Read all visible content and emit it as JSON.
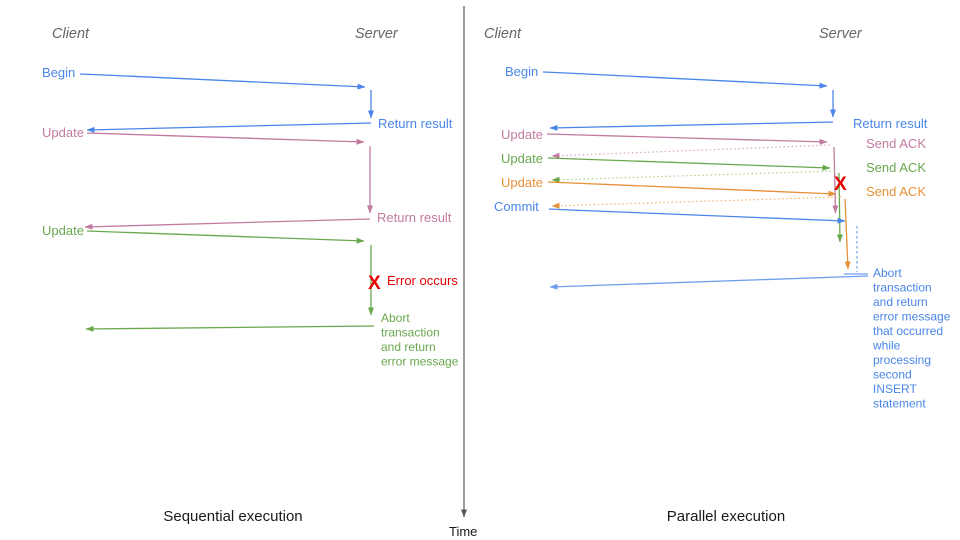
{
  "colors": {
    "blue": "#4a86e8",
    "light_blue": "#6d9eeb",
    "pink": "#c27ba0",
    "light_pink": "#d5a6bd",
    "green": "#6aa84f",
    "light_green": "#a9d18e",
    "orange": "#e69138",
    "light_orange": "#f6b26b",
    "red": "#e60000",
    "gray": "#666666",
    "axis_gray": "#595959",
    "black": "#1a1a1a"
  },
  "axis": {
    "label": "Time"
  },
  "left": {
    "caption": "Sequential execution",
    "client_label": "Client",
    "server_label": "Server",
    "begin_label": "Begin",
    "return_result_1": "Return result",
    "update1_label": "Update",
    "return_result_2": "Return result",
    "update2_label": "Update",
    "error_x": "X",
    "error_label": "Error occurs",
    "abort_lines": [
      "Abort",
      "transaction",
      "and return",
      "error message"
    ]
  },
  "right": {
    "caption": "Parallel execution",
    "client_label": "Client",
    "server_label": "Server",
    "begin_label": "Begin",
    "return_result": "Return result",
    "update1_label": "Update",
    "update2_label": "Update",
    "update3_label": "Update",
    "commit_label": "Commit",
    "send_ack_1": "Send ACK",
    "send_ack_2": "Send ACK",
    "send_ack_3": "Send ACK",
    "error_x": "X",
    "abort_lines": [
      "Abort",
      "transaction",
      "and return",
      "error message",
      "that occurred",
      "while",
      "processing",
      "second",
      "INSERT",
      "statement"
    ]
  }
}
